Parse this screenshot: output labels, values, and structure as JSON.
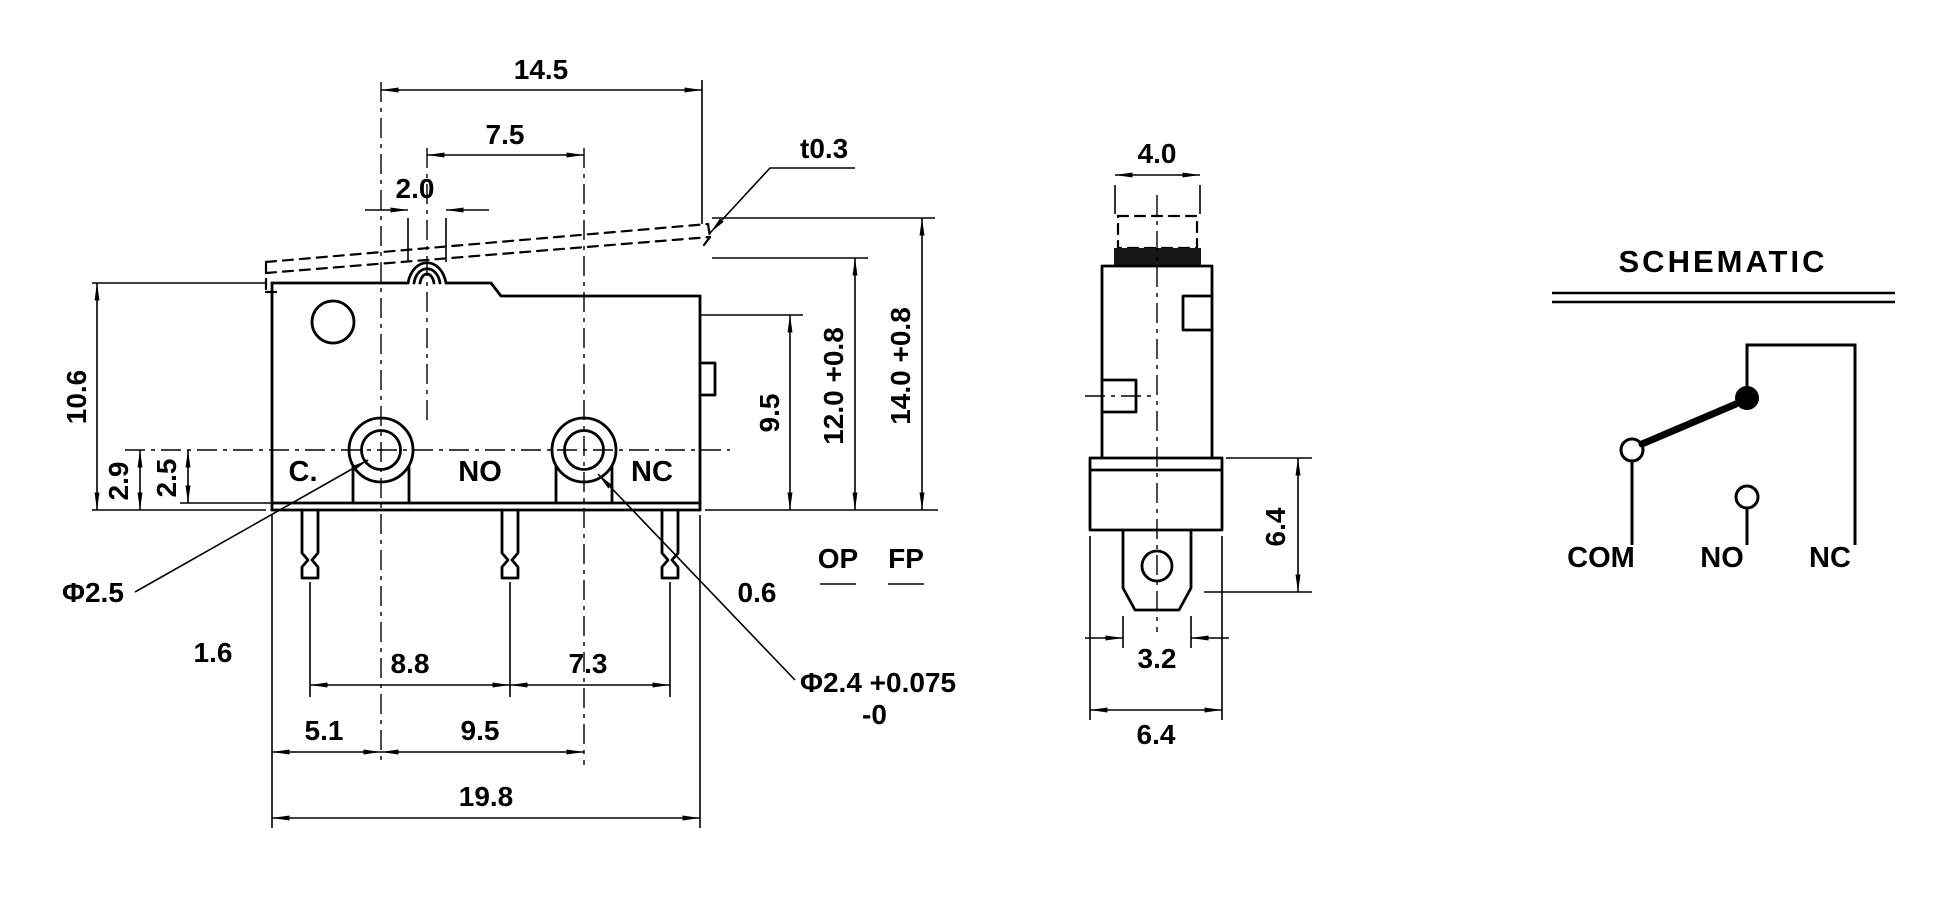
{
  "front_view": {
    "dim_top_width": "14.5",
    "dim_lever_length": "7.5",
    "dim_button_width": "2.0",
    "dim_lever_thickness": "t0.3",
    "dim_body_height": "10.6",
    "dim_hole_to_bottom_a": "2.9",
    "dim_hole_to_bottom_b": "2.5",
    "dim_release_ref": "9.5",
    "dim_operating_pos": "12.0 +0.8",
    "dim_free_pos": "14.0 +0.8",
    "label_op": "OP",
    "label_fp": "FP",
    "dim_hole_left_dia": "Φ2.5",
    "dim_terminal_thickness": "1.6",
    "dim_terminal_width": "0.6",
    "dim_hole_right_dia": "Φ2.4 +0.075",
    "dim_hole_right_tol": "-0",
    "dim_pin_pitch_left": "8.8",
    "dim_pin_pitch_right": "7.3",
    "dim_hole_offset": "5.1",
    "dim_hole_pitch": "9.5",
    "dim_total_width": "19.8",
    "terminal_c": "C.",
    "terminal_no": "NO",
    "terminal_nc": "NC"
  },
  "side_view": {
    "dim_plunger_width": "4.0",
    "dim_terminal_height": "6.4",
    "dim_terminal_width": "3.2",
    "dim_body_depth": "6.4"
  },
  "schematic": {
    "title": "SCHEMATIC",
    "label_com": "COM",
    "label_no": "NO",
    "label_nc": "NC"
  }
}
